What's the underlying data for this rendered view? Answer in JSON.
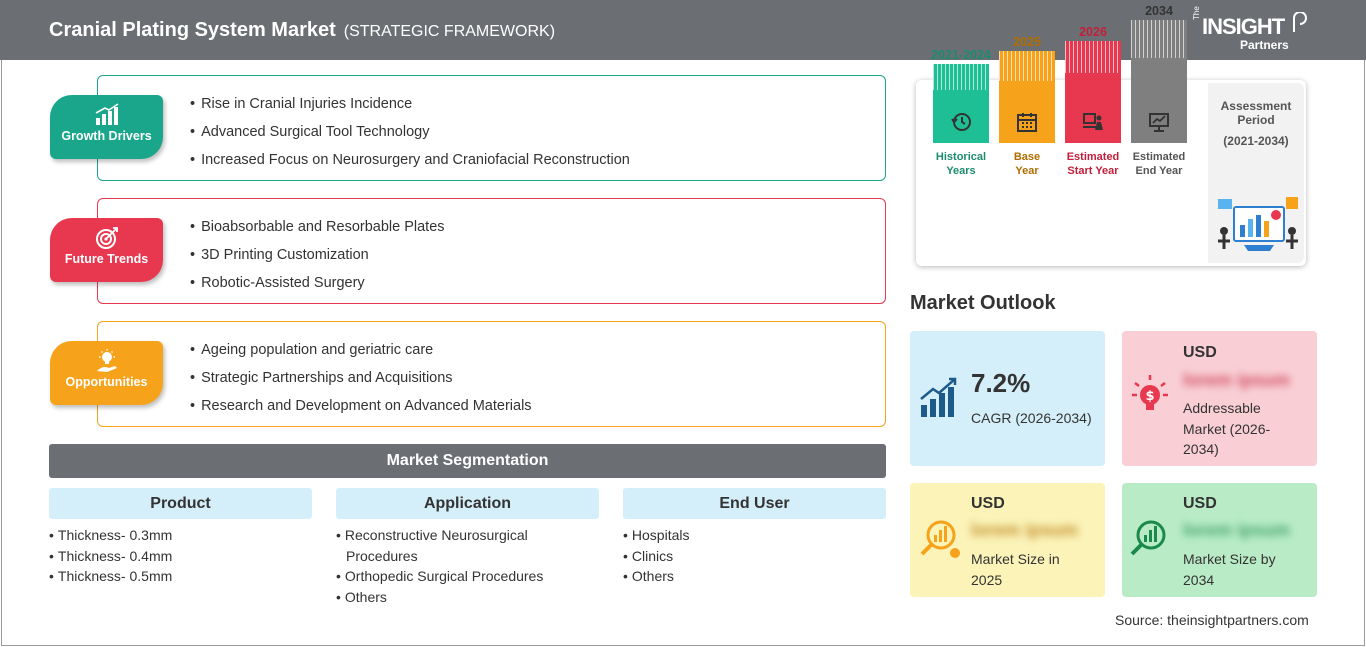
{
  "header": {
    "title": "Cranial Plating System Market",
    "subtitle": "(STRATEGIC FRAMEWORK)",
    "logo": {
      "the": "The",
      "main": "INSIGHT",
      "partners": "Partners"
    }
  },
  "framework": [
    {
      "label": "Growth Drivers",
      "color": "#1aa68a",
      "icon": "bar-chart-icon",
      "items": [
        "Rise in Cranial Injuries Incidence",
        "Advanced Surgical Tool Technology",
        "Increased Focus on Neurosurgery and Craniofacial Reconstruction"
      ]
    },
    {
      "label": "Future Trends",
      "color": "#e8384f",
      "icon": "target-icon",
      "items": [
        "Bioabsorbable and Resorbable Plates",
        "3D Printing Customization",
        "Robotic-Assisted Surgery"
      ]
    },
    {
      "label": "Opportunities",
      "color": "#f6a21a",
      "icon": "lightbulb-hand-icon",
      "items": [
        "Ageing population and geriatric care",
        "Strategic Partnerships and Acquisitions",
        "Research and Development on Advanced Materials"
      ]
    }
  ],
  "segmentation": {
    "title": "Market Segmentation",
    "columns": [
      {
        "header": "Product",
        "items": [
          "Thickness- 0.3mm",
          "Thickness- 0.4mm",
          "Thickness- 0.5mm"
        ]
      },
      {
        "header": "Application",
        "items": [
          "Reconstructive Neurosurgical Procedures",
          "Orthopedic Surgical Procedures",
          "Others"
        ]
      },
      {
        "header": "End User",
        "items": [
          "Hospitals",
          "Clinics",
          "Others"
        ]
      }
    ]
  },
  "period": {
    "bars": [
      {
        "year": "2021-2024",
        "label_line1": "Historical",
        "label_line2": "Years",
        "color": "#1fbf95",
        "year_color": "#1d8c6e",
        "label_color": "#1d8c6e",
        "icon": "history-icon"
      },
      {
        "year": "2025",
        "label_line1": "Base",
        "label_line2": "Year",
        "color": "#f6a21a",
        "year_color": "#b06d00",
        "label_color": "#b06d00",
        "icon": "calendar-icon"
      },
      {
        "year": "2026",
        "label_line1": "Estimated",
        "label_line2": "Start Year",
        "color": "#e8384f",
        "year_color": "#c2203a",
        "label_color": "#c2203a",
        "icon": "presentation-icon"
      },
      {
        "year": "2034",
        "label_line1": "Estimated",
        "label_line2": "End Year",
        "color": "#7f7f7f",
        "year_color": "#333333",
        "label_color": "#555555",
        "icon": "monitor-icon"
      }
    ],
    "assessment_title": "Assessment Period",
    "assessment_range": "(2021-2034)"
  },
  "outlook": {
    "title": "Market Outlook",
    "cagr_value": "7.2%",
    "cagr_label": "CAGR (2026-2034)",
    "addressable": {
      "currency": "USD",
      "value": "lorem ipsum",
      "label": "Addressable Market (2026-2034)"
    },
    "size_2025": {
      "currency": "USD",
      "value": "lorem ipsum",
      "label": "Market Size in 2025"
    },
    "size_2034": {
      "currency": "USD",
      "value": "lorem ipsum",
      "label": "Market Size by 2034"
    }
  },
  "source": "Source: theinsightpartners.com"
}
